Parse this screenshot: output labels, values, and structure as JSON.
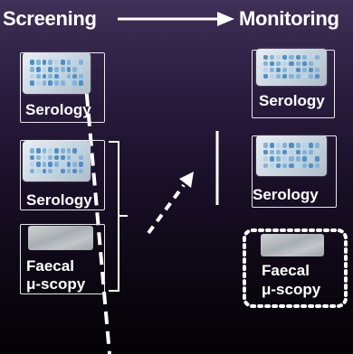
{
  "headings": {
    "screening": "Screening",
    "monitoring": "Monitoring"
  },
  "screening": {
    "serology_1": "Serology",
    "serology_2": "Serology",
    "faecal_line1": "Faecal",
    "faecal_line2": "μ-scopy"
  },
  "monitoring": {
    "serology_1": "Serology",
    "serology_2": "Serology",
    "faecal_line1": "Faecal",
    "faecal_line2": "μ-scopy"
  },
  "icons": [
    "elisa-plate-icon",
    "microscope-slide-icon",
    "arrow-right-icon",
    "dashed-arrow-icon"
  ],
  "colors": {
    "background_top": "#3f3057",
    "background_bottom": "#040205",
    "text": "#ffffff",
    "plate_wells": "#4f8fc8"
  }
}
